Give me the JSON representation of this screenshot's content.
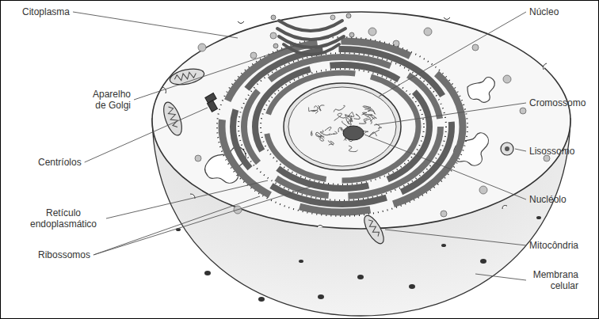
{
  "diagram": {
    "labels": [
      "Citoplasma",
      "Núcleo",
      "Aparelho de Golgi",
      "Cromossomo",
      "Lisossomo",
      "Centríolos",
      "Nucléolo",
      "Retículo endoplasmático",
      "Mitocôndria",
      "Ribossomos",
      "Membrana celular"
    ]
  }
}
